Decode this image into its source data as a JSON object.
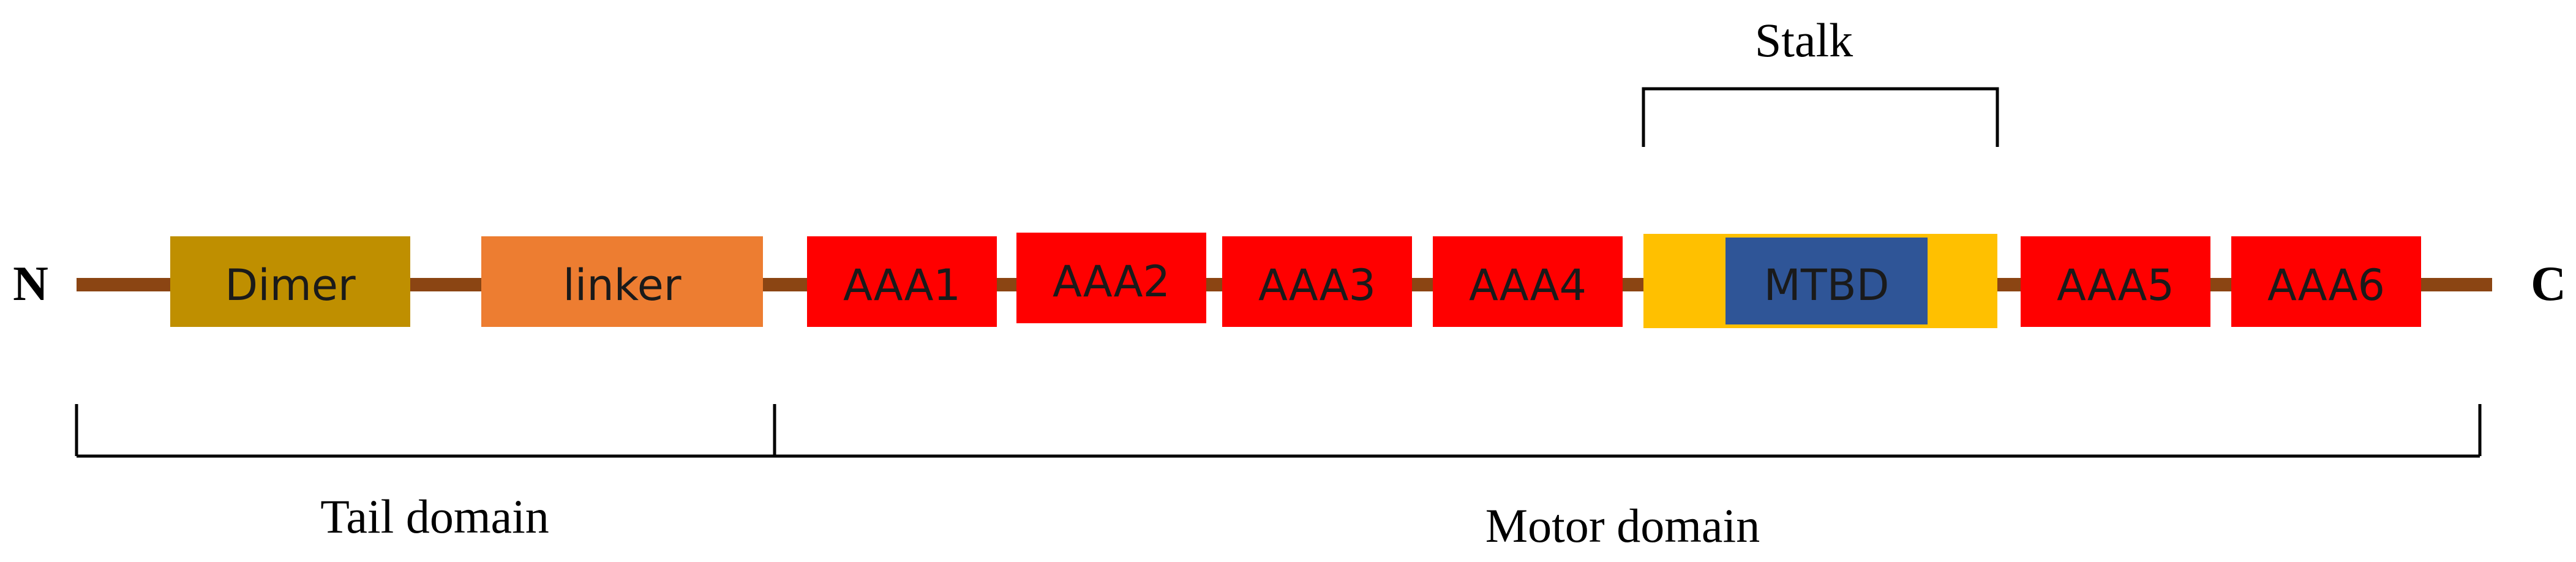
{
  "ends": {
    "n_terminus": "N",
    "c_terminus": "C"
  },
  "stalk_label": "Stalk",
  "domains": [
    {
      "label": "Dimer",
      "fill": "#BF8F00"
    },
    {
      "label": "linker",
      "fill": "#ED7D31"
    },
    {
      "label": "AAA1",
      "fill": "#FF0000"
    },
    {
      "label": "AAA2",
      "fill": "#FF0000"
    },
    {
      "label": "AAA3",
      "fill": "#FF0000"
    },
    {
      "label": "AAA4",
      "fill": "#FF0000"
    },
    {
      "label": "",
      "fill": "#FFC000"
    },
    {
      "label": "MTBD",
      "fill": "#2F5597"
    },
    {
      "label": "AAA5",
      "fill": "#FF0000"
    },
    {
      "label": "AAA6",
      "fill": "#FF0000"
    }
  ],
  "regions": {
    "tail": "Tail domain",
    "motor": "Motor domain"
  },
  "colors": {
    "backbone": "#8B4513",
    "bracket": "#000000"
  }
}
